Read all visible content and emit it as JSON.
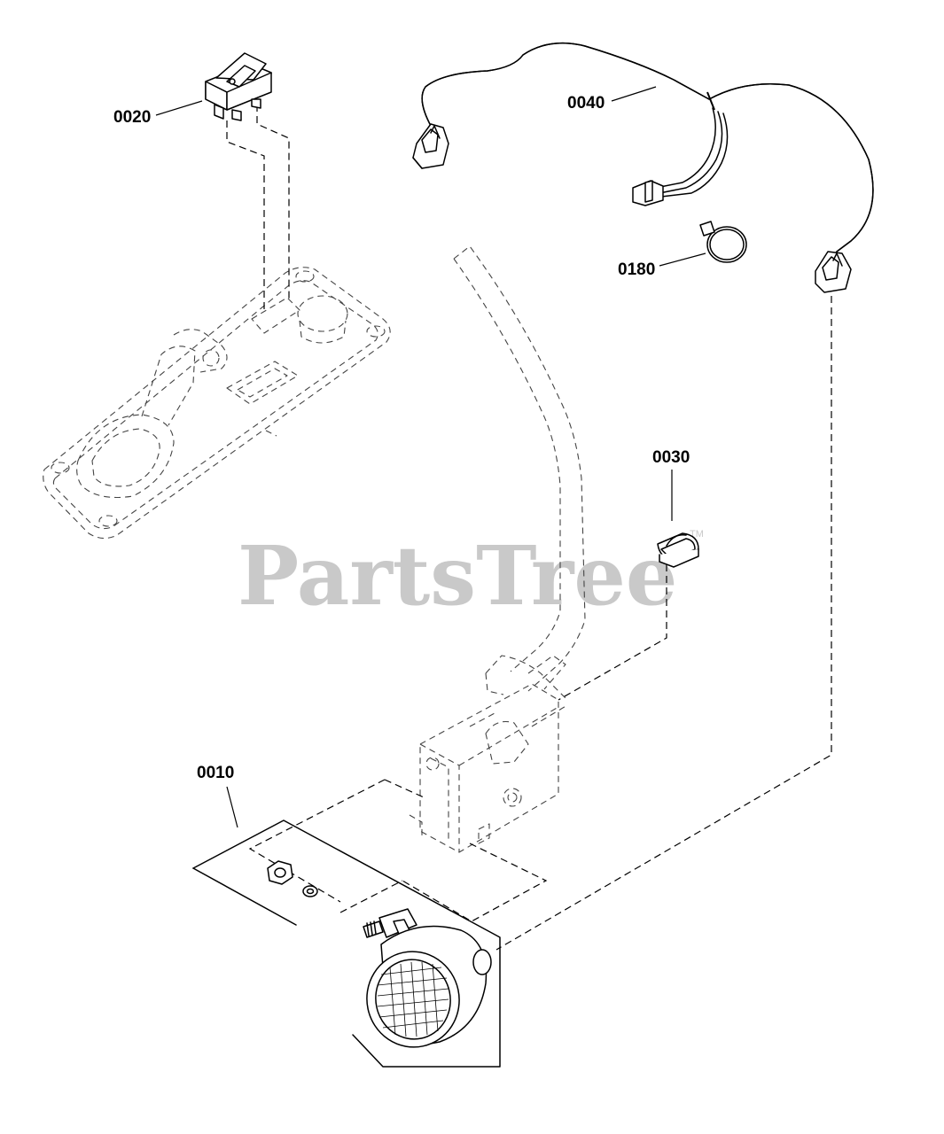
{
  "watermark": {
    "text": "PartsTree",
    "trademark": "TM"
  },
  "callouts": {
    "c0010": "0010",
    "c0020": "0020",
    "c0030": "0030",
    "c0040": "0040",
    "c0180": "0180"
  }
}
